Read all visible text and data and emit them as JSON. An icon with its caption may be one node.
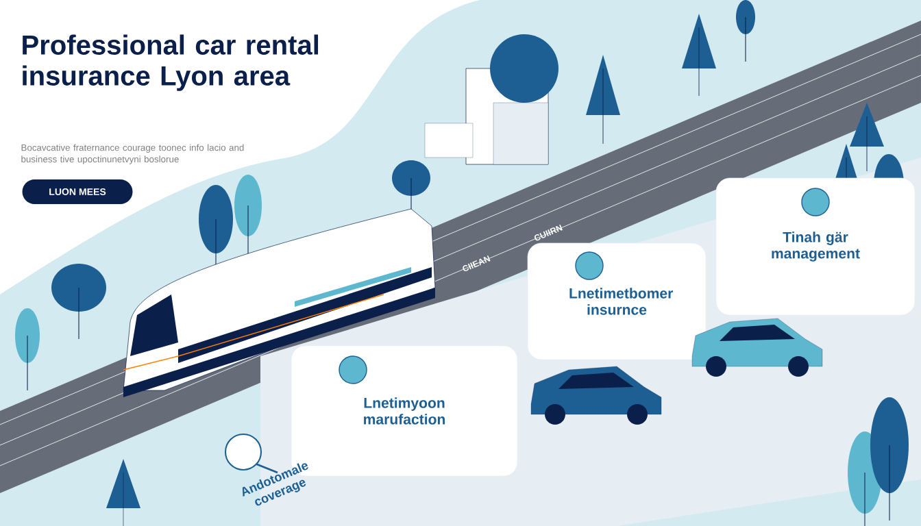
{
  "diagram": {
    "title": "Professional car rental insurance Lyon area",
    "nodes": [
      {
        "text": [
          "LUON MEES"
        ]
      },
      {
        "text": [
          "Tinah gär management"
        ]
      },
      {
        "text": [
          "Lnetimetbomer insurnce"
        ]
      },
      {
        "text": [
          "Lnetimyoon marufaction"
        ]
      }
    ],
    "labels": [
      "Bocavcative fraternance courage toonec info lacio and business tive upoctinunetvyni boslorue",
      "CIIEAN",
      "CUIIRN",
      "Andotomale coverage"
    ]
  }
}
